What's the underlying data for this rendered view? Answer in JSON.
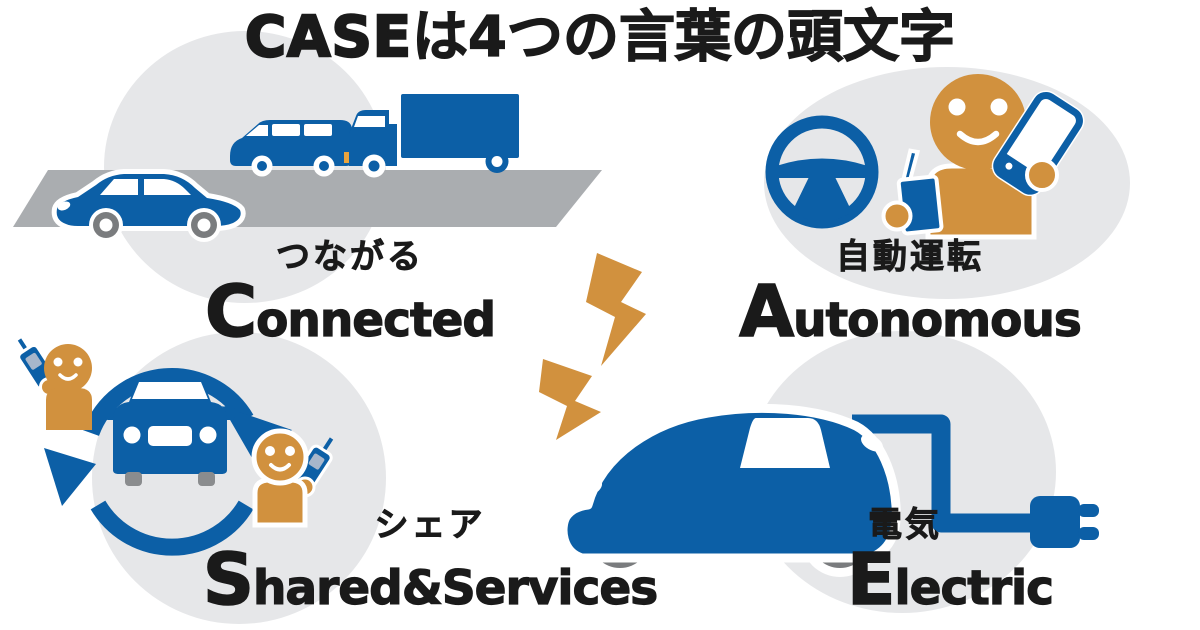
{
  "title": {
    "case": "CASE",
    "rest": "は4つの言葉の頭文字"
  },
  "colors": {
    "brand_blue": "#0C5FA6",
    "person_orange": "#D1913E",
    "circle_gray": "#E6E7E9",
    "road_gray": "#AAADB0",
    "wheel_gray": "#7A7C7E",
    "text_black": "#1A1A1A"
  },
  "quadrants": {
    "connected": {
      "jp_label": "つながる",
      "en_initial": "C",
      "en_rest": "onnected",
      "icons": [
        "road",
        "sedan-car-icon",
        "minivan-icon",
        "truck-icon"
      ]
    },
    "autonomous": {
      "jp_label": "自動運転",
      "en_initial": "A",
      "en_rest": "utonomous",
      "icons": [
        "steering-wheel-icon",
        "person-with-phone-icon",
        "smartphone-icon",
        "drink-cup-icon"
      ]
    },
    "shared": {
      "jp_label": "シェア",
      "en_initial": "S",
      "en_rest": "hared&Services",
      "icons": [
        "cycle-arrows-icon",
        "car-front-icon",
        "person-phone-icon",
        "person-phone-icon"
      ]
    },
    "electric": {
      "jp_label": "電気",
      "en_initial": "E",
      "en_rest": "lectric",
      "icons": [
        "electric-car-icon",
        "lightning-bolt-icon",
        "lightning-bolt-icon",
        "power-cable-icon",
        "power-plug-icon"
      ]
    }
  }
}
